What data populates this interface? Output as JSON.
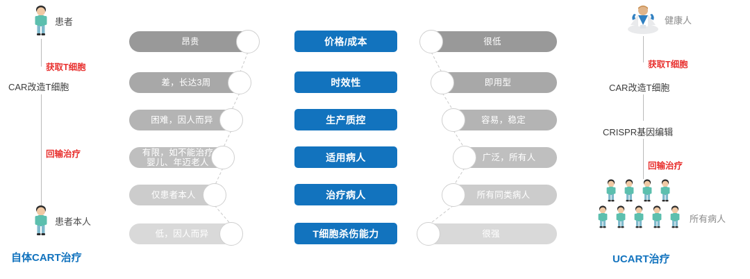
{
  "left_flow": {
    "top_person_label": "患者",
    "step1_label": "获取T细胞",
    "step2_label": "CAR改造T细胞",
    "step3_label": "回输治疗",
    "bottom_person_label": "患者本人",
    "title": "自体CART治疗",
    "person_icon": "patient-figure-icon"
  },
  "right_flow": {
    "top_person_label": "健康人",
    "step1_label": "获取T细胞",
    "step2_label": "CAR改造T细胞",
    "step3_label": "CRISPR基因编辑",
    "step4_label": "回输治疗",
    "bottom_person_label": "所有病人",
    "title": "UCART治疗",
    "person_icon": "healthy-person-figure-icon",
    "crowd_icon": "patient-crowd-icon"
  },
  "colors": {
    "accent_blue": "#1273be",
    "red": "#e8312f",
    "grey_dark": "#999999",
    "grey_light": "#d9d9d9",
    "node_border": "#cfcfcf"
  },
  "criteria": [
    "价格/成本",
    "时效性",
    "生产质控",
    "适用病人",
    "治疗病人",
    "T细胞杀伤能力"
  ],
  "autologous_values": [
    "昂贵",
    "差，长达3周",
    "困难，因人而异",
    "有限，如不能治疗\n婴儿、年迈老人",
    "仅患者本人",
    "低，因人而异"
  ],
  "ucart_values": [
    "很低",
    "即用型",
    "容易，稳定",
    "广泛，所有人",
    "所有同类病人",
    "很强"
  ],
  "row_shades": [
    "#999999",
    "#a8a8a8",
    "#b4b4b4",
    "#bfbfbf",
    "#cccccc",
    "#d9d9d9"
  ]
}
